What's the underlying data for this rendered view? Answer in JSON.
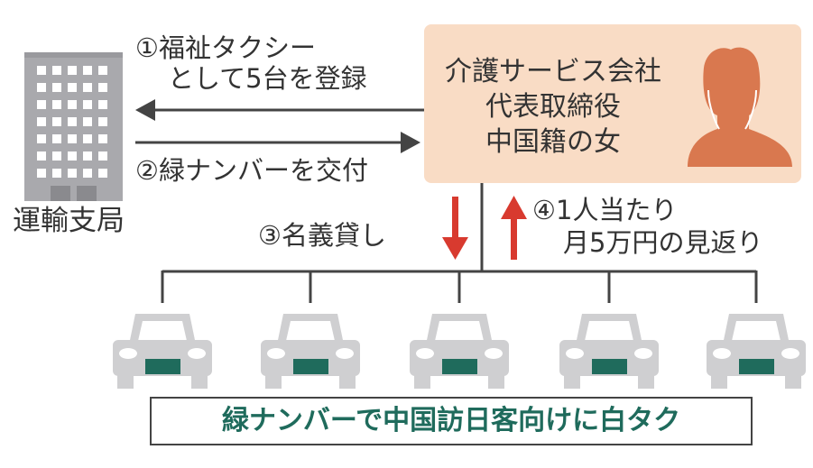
{
  "office": {
    "label": "運輸支局"
  },
  "step1": {
    "line1": "①福祉タクシー",
    "line2": "として5台を登録"
  },
  "step2": {
    "label": "②緑ナンバーを交付"
  },
  "step3": {
    "label": "③名義貸し"
  },
  "step4": {
    "line1": "④1人当たり",
    "line2": "月5万円の見返り"
  },
  "company": {
    "line1": "介護サービス会社",
    "line2": "代表取締役",
    "line3": "中国籍の女"
  },
  "banner": {
    "label": "緑ナンバーで中国訪日客向けに白タク"
  },
  "colors": {
    "peach": "#f9dcc5",
    "person": "#d9784f",
    "red": "#d83a2f",
    "green": "#1f6b5c",
    "gray": "#a9a9ad",
    "car": "#cfcfd1"
  }
}
